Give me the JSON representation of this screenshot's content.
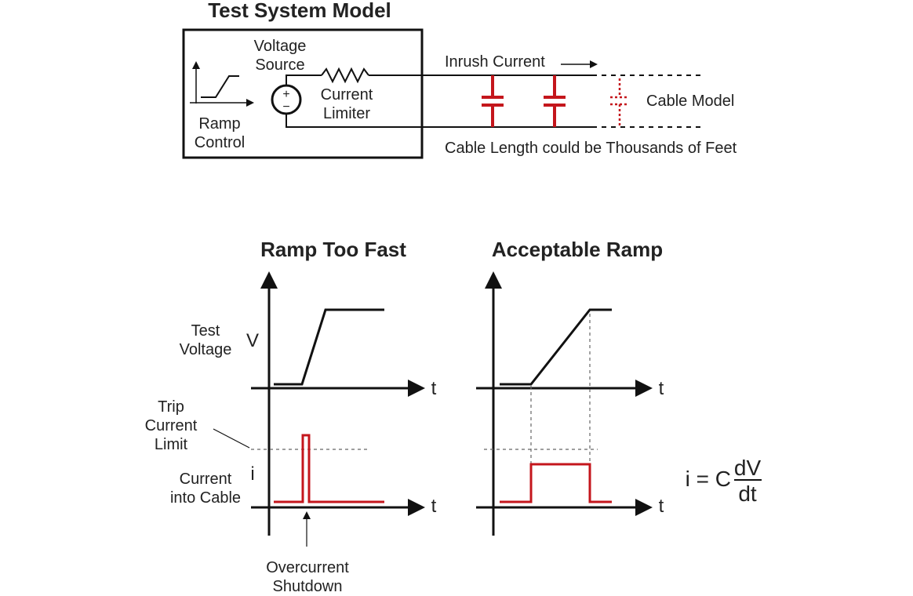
{
  "top": {
    "title": "Test System Model",
    "voltage_source": [
      "Voltage",
      "Source"
    ],
    "current_limiter": [
      "Current",
      "Limiter"
    ],
    "ramp_control": [
      "Ramp",
      "Control"
    ],
    "inrush_current": "Inrush Current",
    "cable_model": "Cable Model",
    "cable_length": "Cable Length could be Thousands of Feet",
    "source_plus": "+",
    "source_minus": "−"
  },
  "bottom": {
    "left_title": "Ramp Too Fast",
    "right_title": "Acceptable Ramp",
    "test_voltage": [
      "Test",
      "Voltage"
    ],
    "v_letter": "V",
    "i_letter": "i",
    "t_letter": "t",
    "trip_limit": [
      "Trip",
      "Current",
      "Limit"
    ],
    "current_into_cable": [
      "Current",
      "into Cable"
    ],
    "overcurrent": [
      "Overcurrent",
      "Shutdown"
    ],
    "equation": {
      "lhs": "i = C",
      "num": "dV",
      "den": "dt"
    }
  },
  "colors": {
    "line": "#111111",
    "accent_red": "#c4161c",
    "guide_dash": "#666666"
  }
}
